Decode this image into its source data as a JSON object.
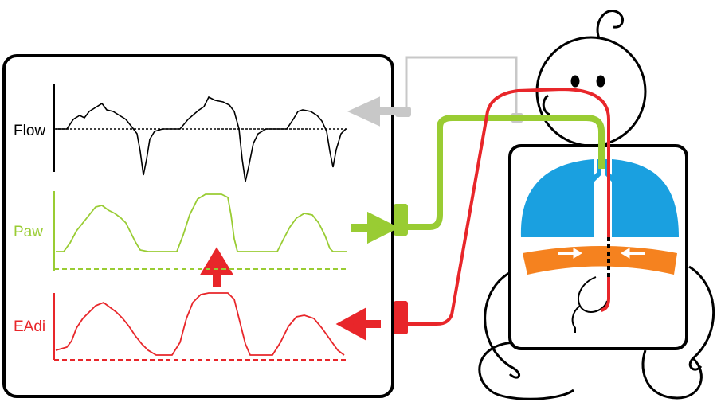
{
  "labels": {
    "flow": "Flow",
    "paw": "Paw",
    "eadi": "EAdi"
  },
  "colors": {
    "flow_trace": "#000000",
    "paw": "#99cc33",
    "eadi": "#e8262a",
    "lungs": "#1aa0e0",
    "diaphragm": "#f5821f",
    "gray_tube": "#c8c8c8"
  }
}
